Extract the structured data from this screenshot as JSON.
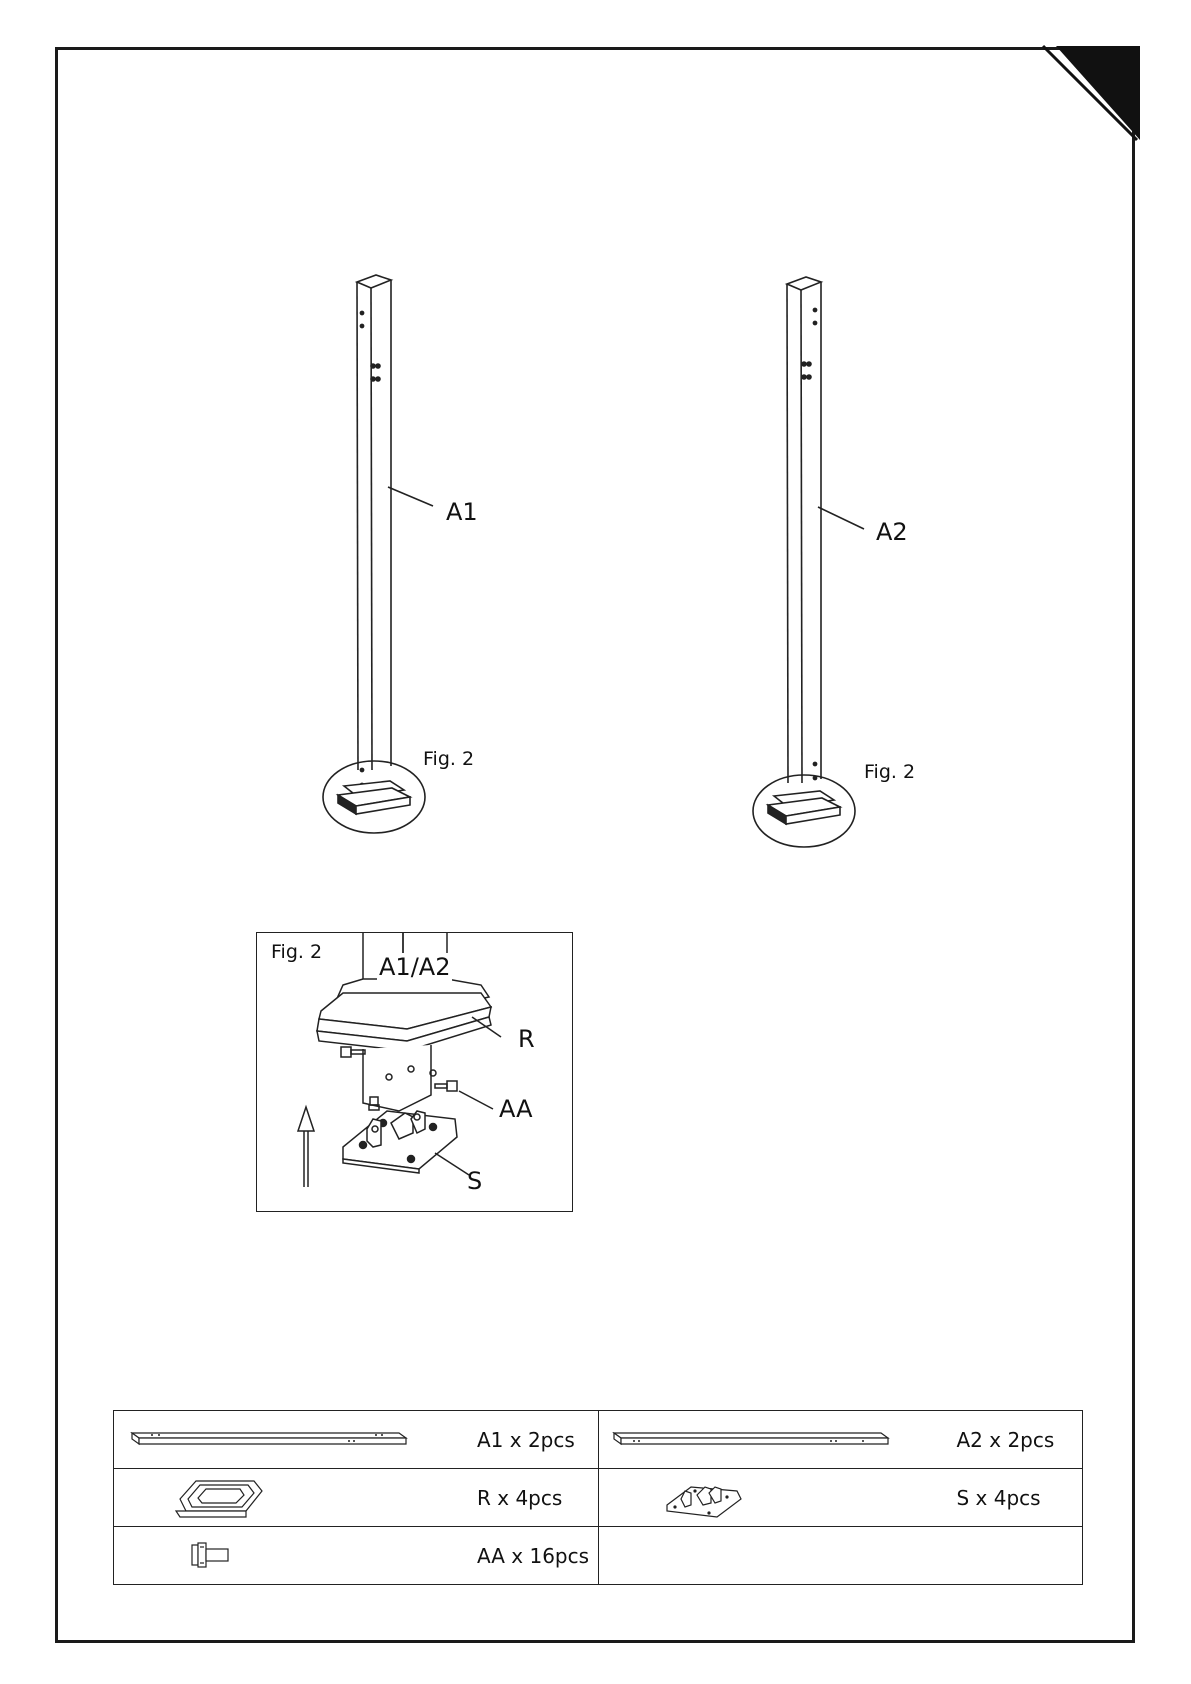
{
  "posts": {
    "left": {
      "label": "A1",
      "fig_label": "Fig. 2"
    },
    "right": {
      "label": "A2",
      "fig_label": "Fig. 2"
    }
  },
  "detail": {
    "fig_label": "Fig. 2",
    "post_label": "A1/A2",
    "base_label": "R",
    "bolt_label": "AA",
    "plate_label": "S"
  },
  "parts": [
    {
      "name": "A1",
      "qty": "A1  x 2pcs",
      "icon": "post-icon"
    },
    {
      "name": "A2",
      "qty": "A2  x 2pcs",
      "icon": "post-icon"
    },
    {
      "name": "R",
      "qty": "R  x 4pcs",
      "icon": "base-cover-icon"
    },
    {
      "name": "S",
      "qty": "S  x 4pcs",
      "icon": "bracket-plate-icon"
    },
    {
      "name": "AA",
      "qty": "AA  x 16pcs",
      "icon": "bolt-icon"
    }
  ]
}
